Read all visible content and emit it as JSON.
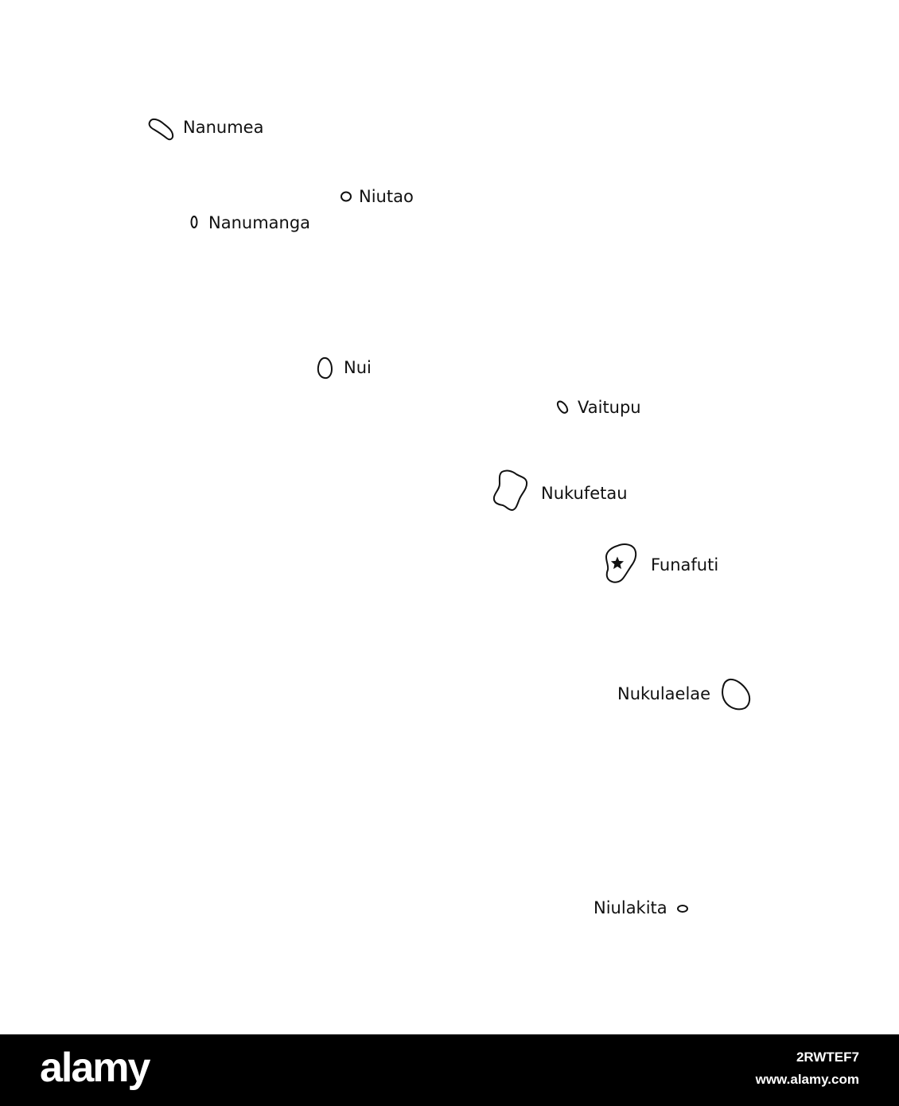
{
  "map": {
    "colors": {
      "background": "#ffffff",
      "outline": "#111111",
      "text": "#111111"
    },
    "capital_marker_icon": "star-icon",
    "islands": [
      {
        "id": "nanumea",
        "label": "Nanumea"
      },
      {
        "id": "niutao",
        "label": "Niutao"
      },
      {
        "id": "nanumanga",
        "label": "Nanumanga"
      },
      {
        "id": "nui",
        "label": "Nui"
      },
      {
        "id": "vaitupu",
        "label": "Vaitupu"
      },
      {
        "id": "nukufetau",
        "label": "Nukufetau"
      },
      {
        "id": "funafuti",
        "label": "Funafuti",
        "capital": true
      },
      {
        "id": "nukulaelae",
        "label": "Nukulaelae"
      },
      {
        "id": "niulakita",
        "label": "Niulakita"
      }
    ]
  },
  "footer": {
    "brand": "alamy",
    "image_id": "2RWTEF7",
    "site": "www.alamy.com",
    "colors": {
      "background": "#000000",
      "text": "#ffffff"
    }
  }
}
